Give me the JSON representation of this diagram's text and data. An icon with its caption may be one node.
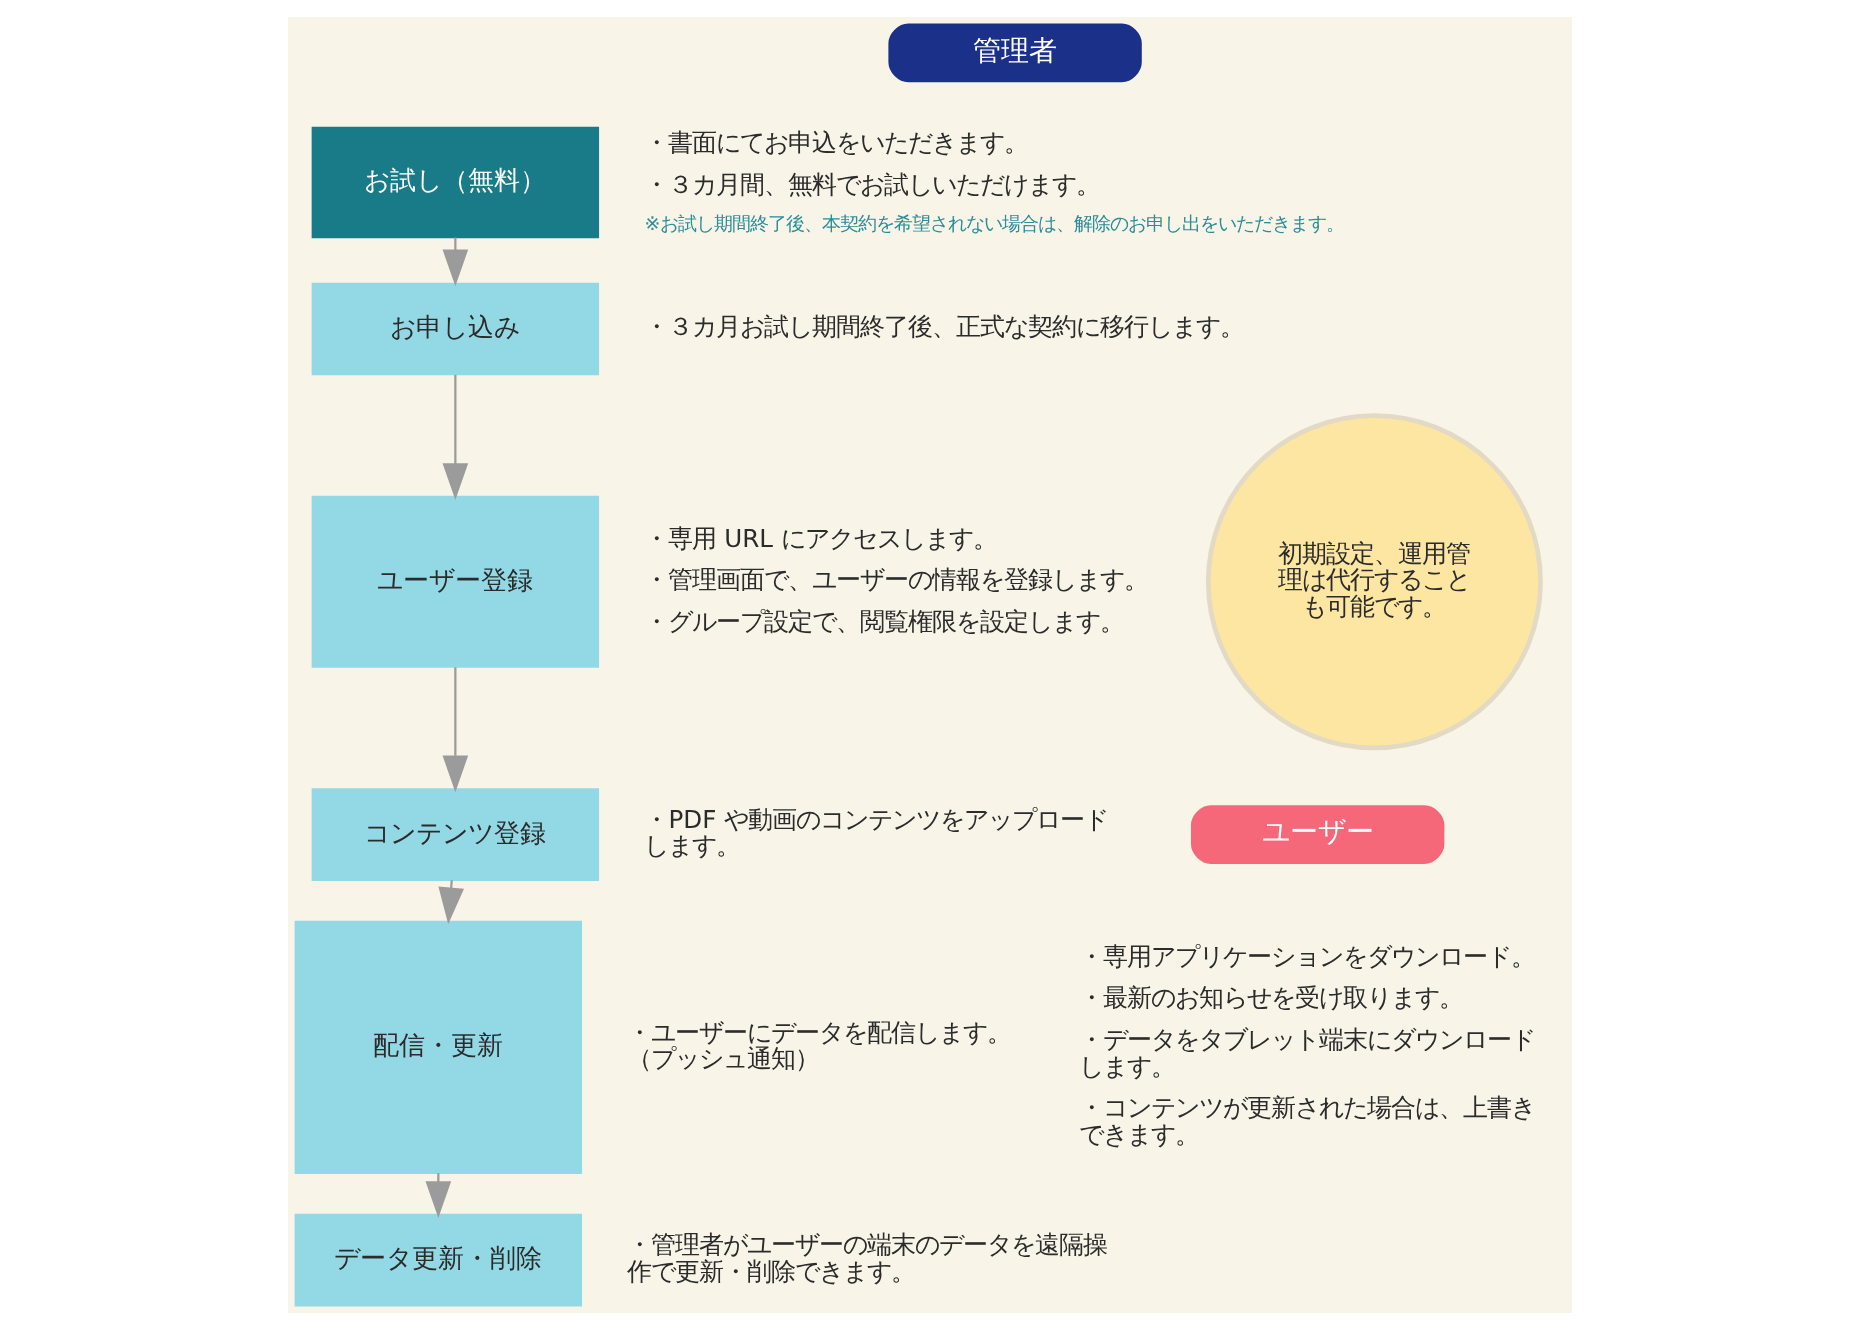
{
  "diagram": {
    "nodes": [
      {
        "text": [
          "管理者"
        ]
      },
      {
        "text": [
          "お試し（無料）"
        ],
        "beside": [
          "・書面にてお申込をいただきます。",
          "・３カ月間、無料でお試しいただけます。",
          "※お試し期間終了後、本契約を希望されない場合は、解除のお申し出をいただきます。"
        ]
      },
      {
        "text": [
          "お申し込み"
        ],
        "beside": [
          "・３カ月お試し期間終了後、正式な契約に移行します。"
        ]
      },
      {
        "text": [
          "ユーザー登録"
        ],
        "beside": [
          "・専用 URL にアクセスします。",
          "・管理画面で、ユーザーの情報を登録します。",
          "・グループ設定で、閲覧権限を設定します。"
        ]
      },
      {
        "text": [
          "コンテンツ登録"
        ],
        "beside": [
          "・PDF や動画のコンテンツをアップロードします。"
        ]
      },
      {
        "text": [
          "配信・更新"
        ],
        "beside": [
          "・ユーザーにデータを配信します。（プッシュ通知）"
        ]
      },
      {
        "text": [
          "データ更新・削除"
        ],
        "beside": [
          "・管理者がユーザーの端末のデータを遠隔操作で更新・削除できます。"
        ]
      },
      {
        "text": [
          "初期設定、運用管理は代行することも可能です。"
        ]
      },
      {
        "text": [
          "ユーザー"
        ],
        "beside": [
          "・専用アプリケーションをダウンロード。",
          "・最新のお知らせを受け取ります。",
          "・データをタブレット端末にダウンロードします。",
          "・コンテンツが更新された場合は、上書きできます。"
        ]
      }
    ],
    "edges": [
      {
        "from": 1,
        "to": 2,
        "arrow": "to"
      },
      {
        "from": 2,
        "to": 3,
        "arrow": "to"
      },
      {
        "from": 3,
        "to": 4,
        "arrow": "to"
      },
      {
        "from": 4,
        "to": 5,
        "arrow": "to"
      },
      {
        "from": 5,
        "to": 6,
        "arrow": "to"
      }
    ]
  }
}
